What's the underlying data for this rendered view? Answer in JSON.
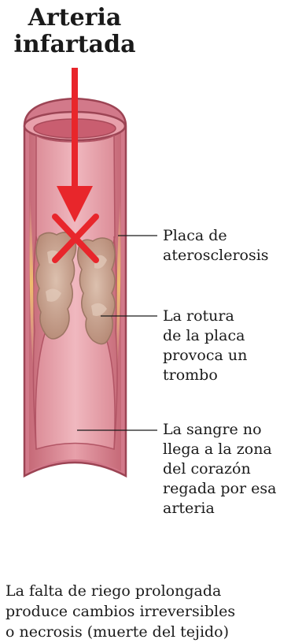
{
  "title": {
    "line1": "Arteria",
    "line2": "infartada"
  },
  "labels": {
    "plaque": [
      "Placa de",
      "aterosclerosis"
    ],
    "rupture": [
      "La rotura",
      "de la placa",
      "provoca un",
      "trombo"
    ],
    "blood": [
      "La sangre no",
      "llega a la zona",
      "del corazón",
      "regada por esa",
      "arteria"
    ]
  },
  "footer": [
    "La falta de riego prolongada",
    "produce cambios irreversibles",
    "o necrosis (muerte del tejido)"
  ],
  "colors": {
    "arrow": "#e8262b",
    "artery_wall": "#d9838f",
    "artery_lumen": "#e9a6af",
    "plaque": "#c9a08c",
    "fat": "#f1c27a"
  },
  "icons": {
    "arrow": "down-arrow-icon",
    "blockage": "x-mark-icon"
  }
}
